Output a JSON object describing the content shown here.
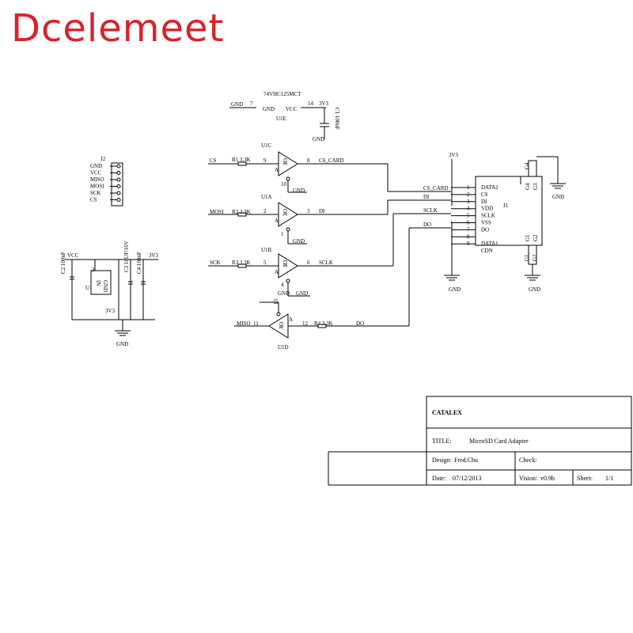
{
  "brand": {
    "logo_text": "Dcelemeet",
    "logo_color": "#d9222a"
  },
  "u1e": {
    "part": "74VHC125MCT",
    "gnd_net": "GND",
    "gnd_pin": "7",
    "gnd_label": "GND",
    "vcc_label": "VCC",
    "vcc_pin": "14",
    "vcc_net": "3V3",
    "ref": "U1E",
    "cap": "C1 100nF",
    "cap_gnd": "GND"
  },
  "j2": {
    "ref": "J2",
    "pins": [
      "GND",
      "VCC",
      "MISO",
      "MOSI",
      "SCK",
      "CS"
    ]
  },
  "u1c": {
    "ref": "U1C",
    "in_net": "CS",
    "res": "R1 3.3K",
    "in_pin": "9",
    "out_pin": "8",
    "out_net": "CS_CARD",
    "oe_pin": "10",
    "gnd": "GND",
    "oe": "OE",
    "a": "A"
  },
  "u1a": {
    "ref": "U1A",
    "in_net": "MOSI",
    "res": "R2 3.3K",
    "in_pin": "2",
    "out_pin": "3",
    "out_net": "DI",
    "oe_pin": "1",
    "gnd": "GND",
    "oe": "OE",
    "a": "A"
  },
  "u1b": {
    "ref": "U1B",
    "in_net": "SCK",
    "res": "R3 3.3K",
    "in_pin": "5",
    "out_pin": "6",
    "out_net": "SCLK",
    "oe_pin": "4",
    "gnd": "GND",
    "gnd2": "GND",
    "oe": "OE",
    "a": "A"
  },
  "u1d": {
    "ref": "U1D",
    "out_net": "MISO",
    "out_pin": "11",
    "oe_pin": "13",
    "in_pin": "12",
    "res": "R4 3.3K",
    "in_net": "DO",
    "oe": "OE",
    "a": "A"
  },
  "reg": {
    "vcc": "VCC",
    "out": "3V3",
    "c2": "C2 100nF",
    "u": "U",
    "in": "IN",
    "gnd": "GND",
    "pin3": "3",
    "c3": "C3 10UF/10V",
    "c4": "C4 100nF",
    "bottom": "3V3",
    "ground": "GND"
  },
  "j1": {
    "ref": "J1",
    "vcc_net": "3V3",
    "pins": [
      {
        "num": "1",
        "name": "DATA2"
      },
      {
        "num": "2",
        "name": "CS"
      },
      {
        "num": "3",
        "name": "DI"
      },
      {
        "num": "4",
        "name": "VDD"
      },
      {
        "num": "5",
        "name": "SCLK"
      },
      {
        "num": "6",
        "name": "VSS"
      },
      {
        "num": "7",
        "name": "DO"
      },
      {
        "num": "8",
        "name": ""
      },
      {
        "num": "9",
        "name": "DATA1"
      },
      {
        "name": "CDN"
      }
    ],
    "nets": {
      "cs": "CS_CARD",
      "di": "DI",
      "sclk": "SCLK",
      "do": "DO"
    },
    "g_top_a": "G4",
    "g_top_b": "G3",
    "g_top_c": "G4",
    "g_top_d": "G3",
    "g_mid_a": "G1",
    "g_mid_b": "G2",
    "g_bot_a": "G1",
    "g_bot_b": "G2",
    "gnd1": "GND",
    "gnd2": "GND",
    "gnd3": "GND"
  },
  "titleblock": {
    "company": "CATALEX",
    "title_label": "TITLE:",
    "title": "MicroSD Card Adapter",
    "design_label": "Design:",
    "designer": "Fred.Chu",
    "check_label": "Check:",
    "date_label": "Date:",
    "date": "07/12/2013",
    "version_label": "Vision:",
    "version": "v0.9b",
    "sheet_label": "Sheet:",
    "sheet": "1/1"
  }
}
